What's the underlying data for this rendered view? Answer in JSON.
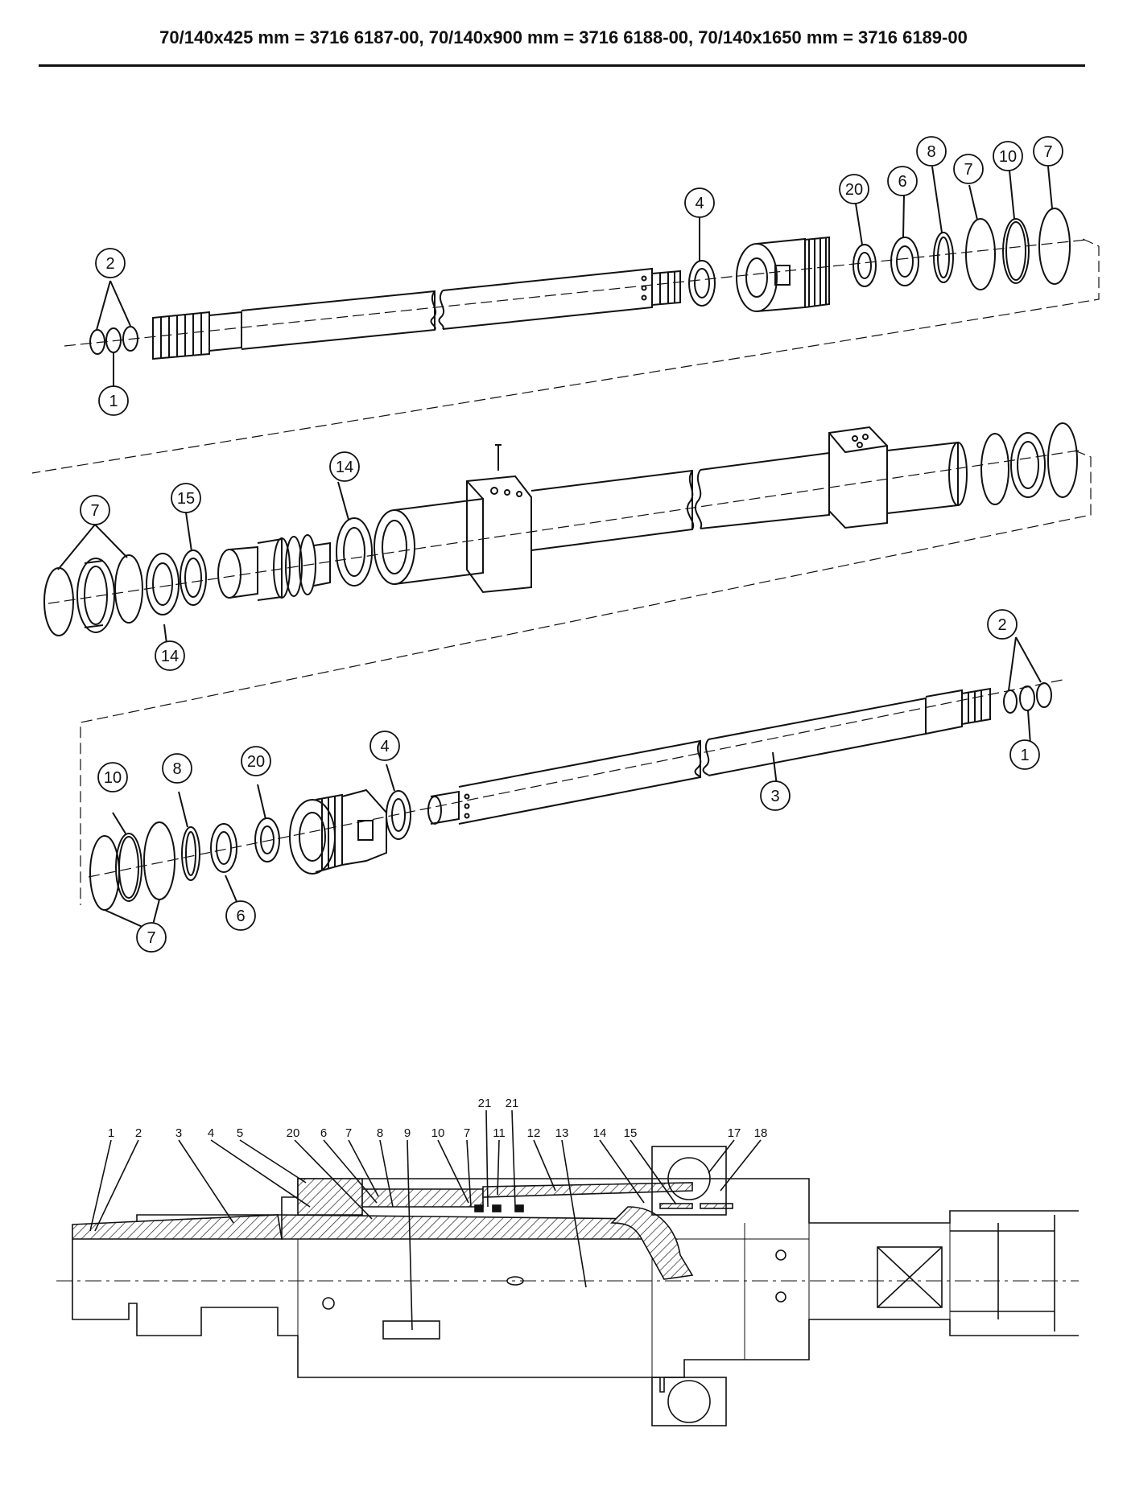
{
  "header": {
    "title": "70/140x425 mm = 3716 6187-00, 70/140x900 mm = 3716 6188-00, 70/140x1650 mm = 3716 6189-00"
  },
  "exploded_view": {
    "callouts": [
      {
        "id": "r1-2",
        "label": "2"
      },
      {
        "id": "r1-1",
        "label": "1"
      },
      {
        "id": "r1-4",
        "label": "4"
      },
      {
        "id": "r1-20",
        "label": "20"
      },
      {
        "id": "r1-6",
        "label": "6"
      },
      {
        "id": "r1-8",
        "label": "8"
      },
      {
        "id": "r1-7a",
        "label": "7"
      },
      {
        "id": "r1-10",
        "label": "10"
      },
      {
        "id": "r1-7b",
        "label": "7"
      },
      {
        "id": "r2-7",
        "label": "7"
      },
      {
        "id": "r2-15",
        "label": "15"
      },
      {
        "id": "r2-14a",
        "label": "14"
      },
      {
        "id": "r2-14b",
        "label": "14"
      },
      {
        "id": "r3-2",
        "label": "2"
      },
      {
        "id": "r3-1",
        "label": "1"
      },
      {
        "id": "r3-3",
        "label": "3"
      },
      {
        "id": "r3-4",
        "label": "4"
      },
      {
        "id": "r3-20",
        "label": "20"
      },
      {
        "id": "r3-8",
        "label": "8"
      },
      {
        "id": "r3-10",
        "label": "10"
      },
      {
        "id": "r3-6",
        "label": "6"
      },
      {
        "id": "r3-7",
        "label": "7"
      }
    ]
  },
  "section_view": {
    "labels": [
      {
        "id": "s1",
        "label": "1"
      },
      {
        "id": "s2",
        "label": "2"
      },
      {
        "id": "s3",
        "label": "3"
      },
      {
        "id": "s4",
        "label": "4"
      },
      {
        "id": "s5",
        "label": "5"
      },
      {
        "id": "s20",
        "label": "20"
      },
      {
        "id": "s6",
        "label": "6"
      },
      {
        "id": "s7a",
        "label": "7"
      },
      {
        "id": "s8",
        "label": "8"
      },
      {
        "id": "s9",
        "label": "9"
      },
      {
        "id": "s10",
        "label": "10"
      },
      {
        "id": "s7b",
        "label": "7"
      },
      {
        "id": "s21a",
        "label": "21"
      },
      {
        "id": "s21b",
        "label": "21"
      },
      {
        "id": "s11",
        "label": "11"
      },
      {
        "id": "s12",
        "label": "12"
      },
      {
        "id": "s13",
        "label": "13"
      },
      {
        "id": "s14",
        "label": "14"
      },
      {
        "id": "s15",
        "label": "15"
      },
      {
        "id": "s17",
        "label": "17"
      },
      {
        "id": "s18",
        "label": "18"
      }
    ]
  }
}
